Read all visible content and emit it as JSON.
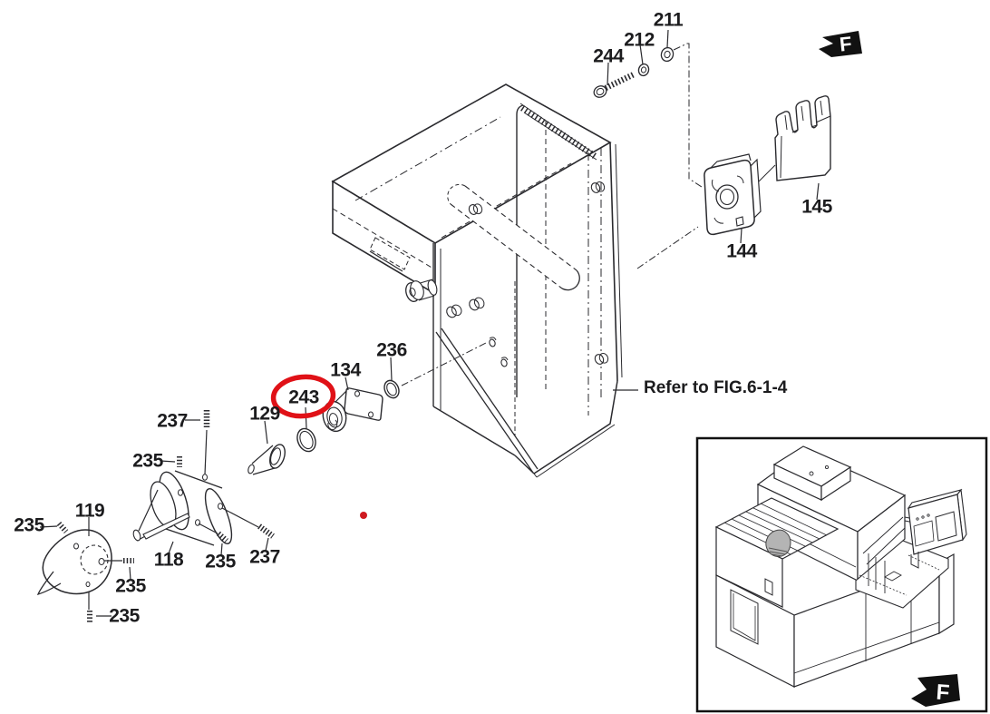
{
  "figure": {
    "note": "Refer to FIG.6-1-4",
    "brand_letter": "F",
    "highlight_color": "#e01117",
    "line_color": "#2a2a2e",
    "inset_highlight_color": "#b4b4b4",
    "labels": [
      {
        "part": "211"
      },
      {
        "part": "212"
      },
      {
        "part": "244"
      },
      {
        "part": "145"
      },
      {
        "part": "144"
      },
      {
        "part": "236"
      },
      {
        "part": "134"
      },
      {
        "part": "243",
        "highlighted": true
      },
      {
        "part": "129"
      },
      {
        "part": "237"
      },
      {
        "part": "235"
      },
      {
        "part": "119"
      },
      {
        "part": "235"
      },
      {
        "part": "118"
      },
      {
        "part": "235"
      },
      {
        "part": "237"
      },
      {
        "part": "235"
      },
      {
        "part": "235"
      }
    ]
  }
}
